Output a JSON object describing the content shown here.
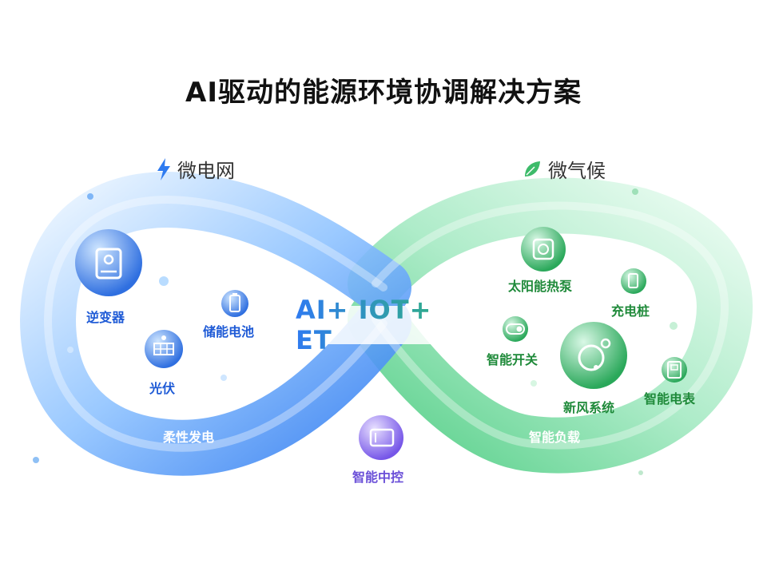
{
  "title": "AI驱动的能源环境协调解决方案",
  "left_section": {
    "label": "微电网",
    "icon": "lightning-icon"
  },
  "right_section": {
    "label": "微气候",
    "icon": "leaf-icon"
  },
  "center_badge": "AI+ IOT+ ET",
  "left_nodes": {
    "inverter": "逆变器",
    "battery": "储能电池",
    "pv": "光伏",
    "flexible": "柔性发电"
  },
  "right_nodes": {
    "solar_pump": "太阳能热泵",
    "charger": "充电桩",
    "smart_switch": "智能开关",
    "fresh_air": "新风系统",
    "smart_meter": "智能电表",
    "smart_load": "智能负载"
  },
  "central_control": "智能中控",
  "colors": {
    "blue": "#2f7bf0",
    "green": "#38c46a",
    "purple": "#7a5cf0"
  }
}
